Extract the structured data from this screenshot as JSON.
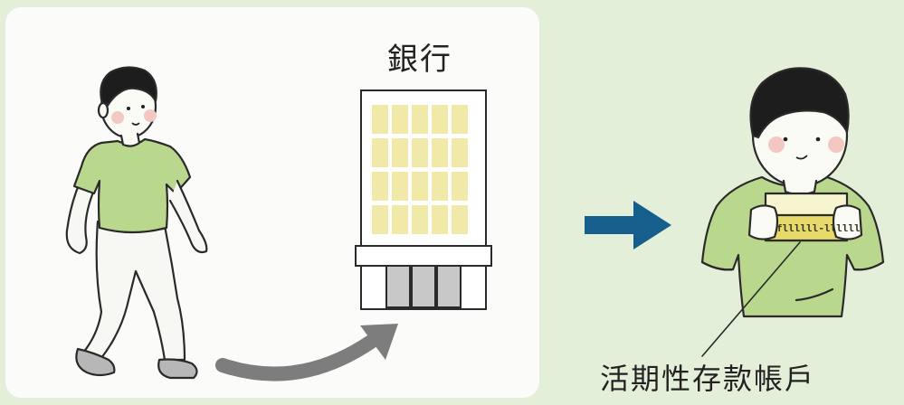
{
  "labels": {
    "bank": "銀行",
    "account": "活期性存款帳戶"
  },
  "book_text": "fllllll-llllll",
  "colors": {
    "background": "#e4efd9",
    "panel": "#fbfbf9",
    "shirt": "#b9d88e",
    "window": "#f1e9a7",
    "arrow": "#165f8c",
    "curved_arrow": "#7d7d7d",
    "passbook": "#e8da6a"
  },
  "icons": {
    "walking_person": "walking-person-illustration",
    "bank_building": "bank-building-icon",
    "curved_arrow": "curved-arrow-icon",
    "right_arrow": "right-arrow-icon",
    "person_with_passbook": "person-holding-passbook-illustration"
  }
}
